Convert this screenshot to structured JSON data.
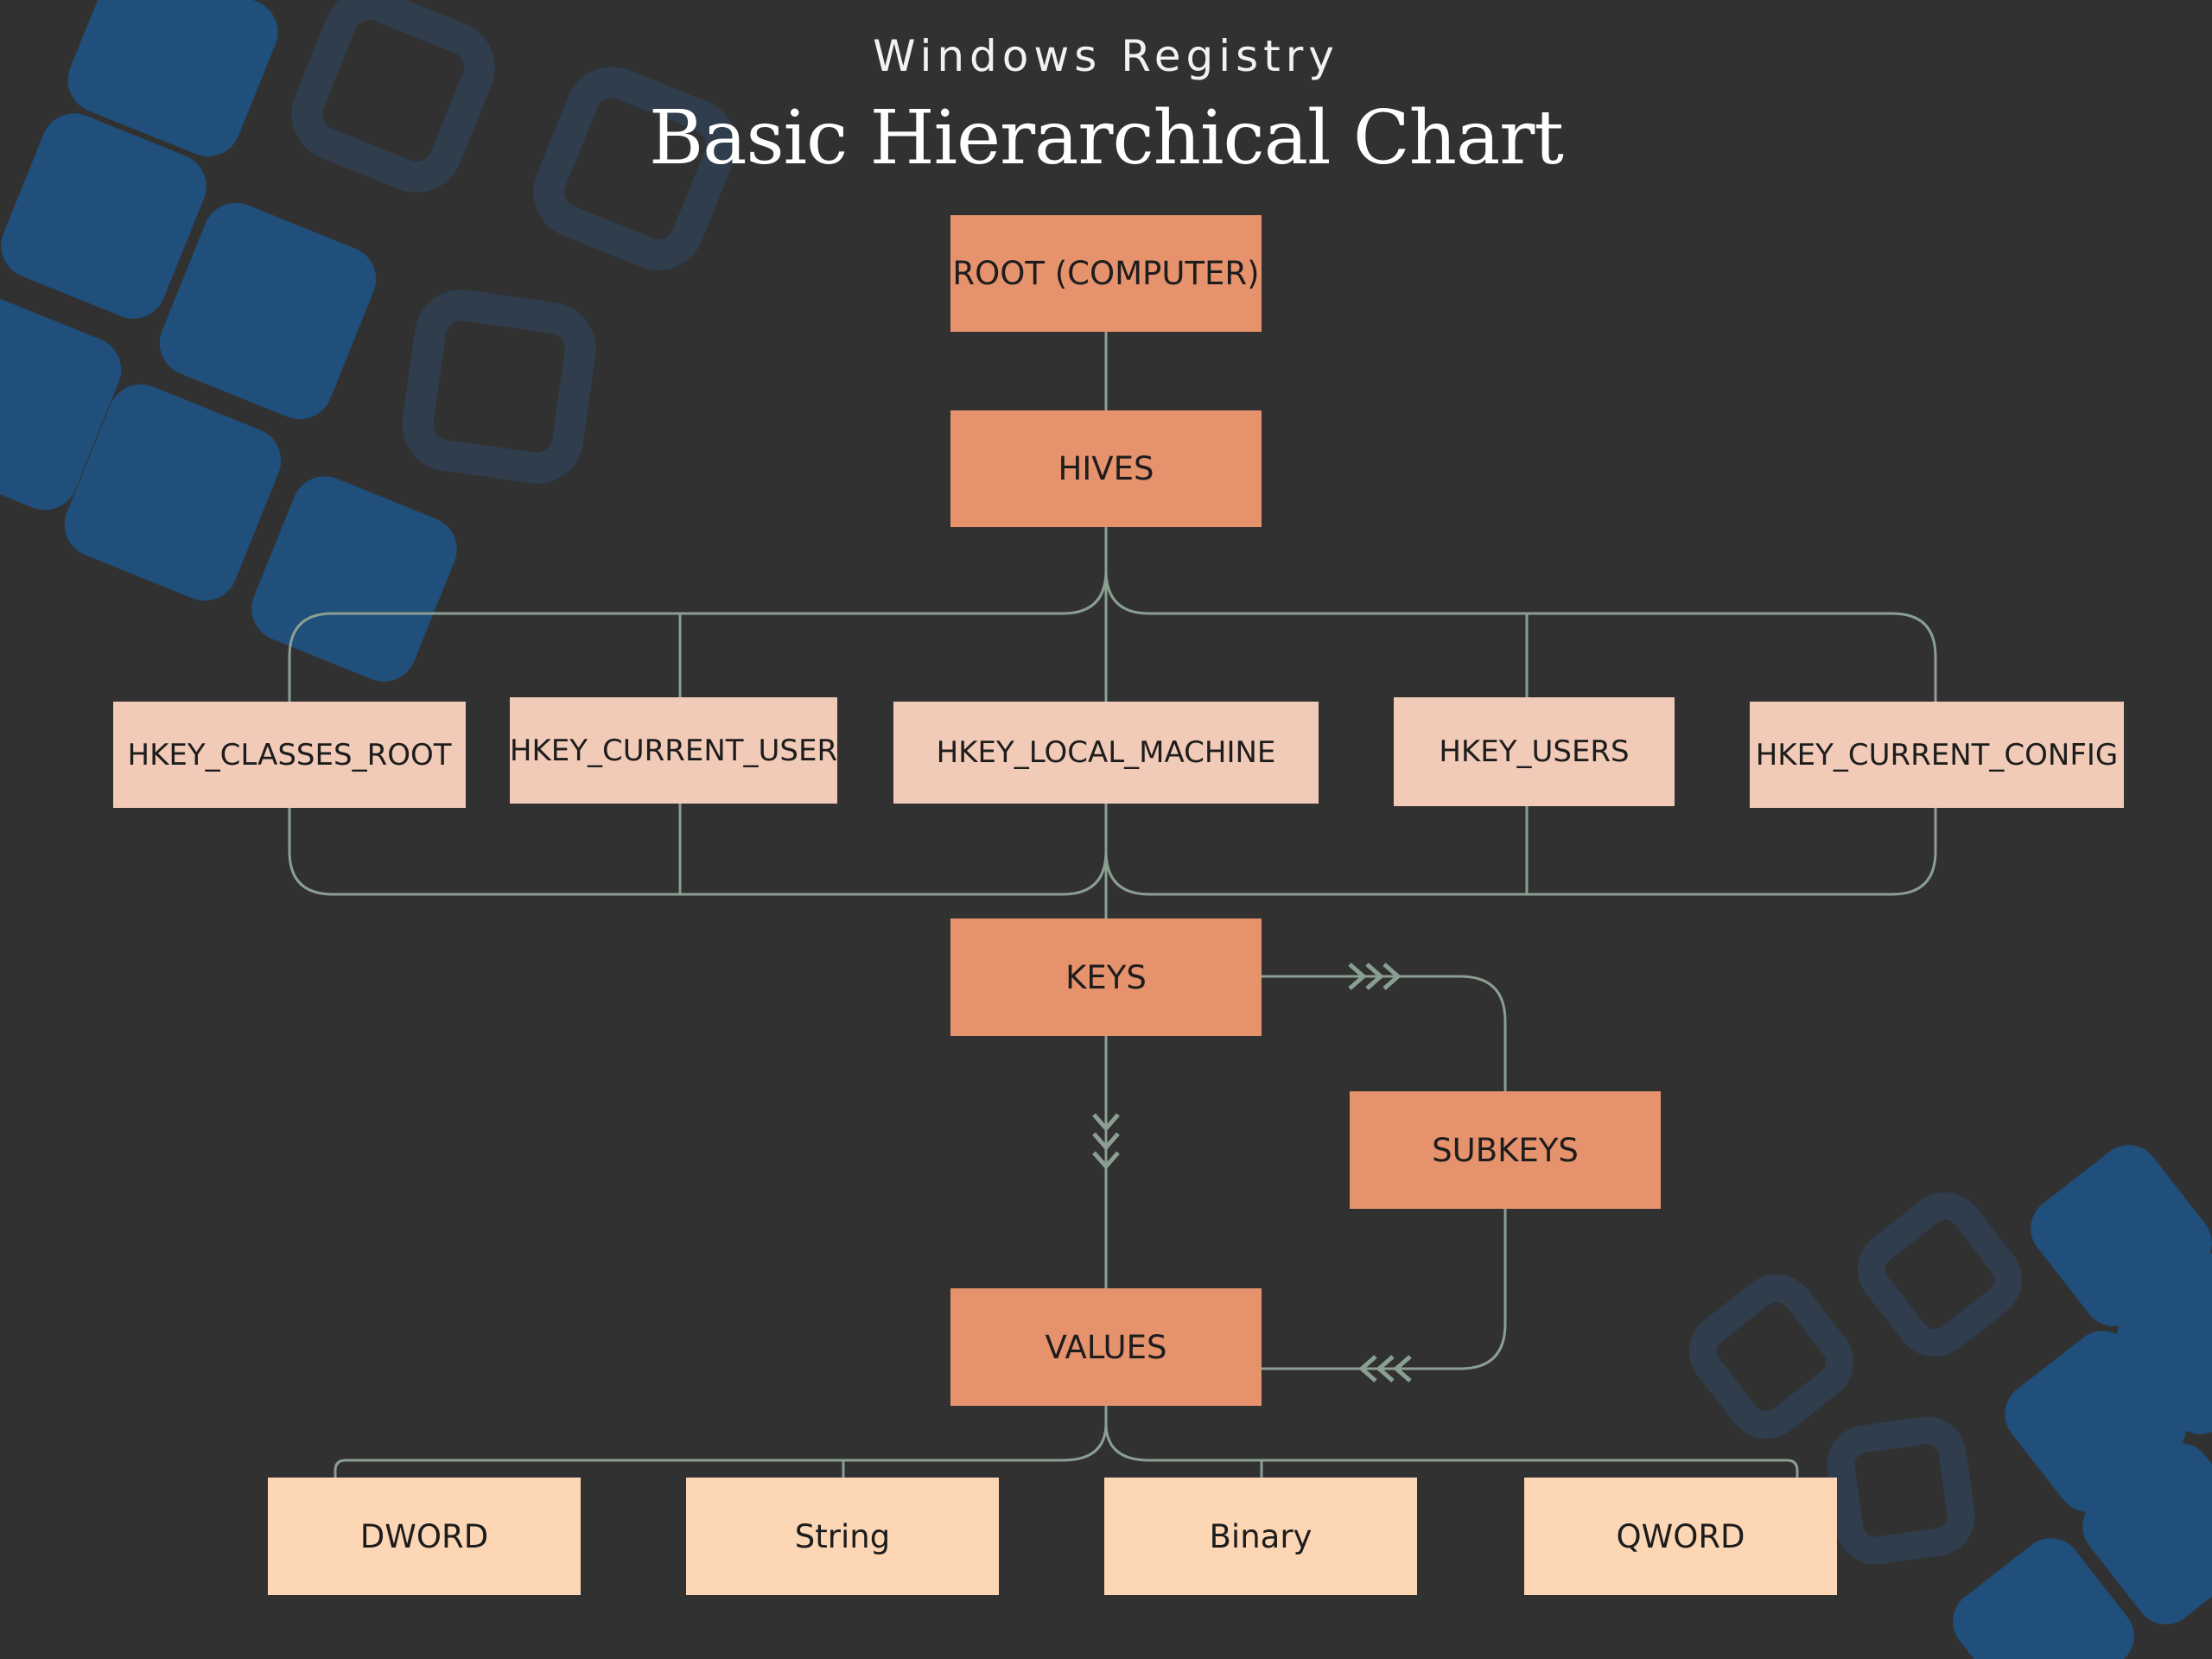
{
  "header": {
    "subtitle": "Windows Registry",
    "title": "Basic Hierarchical Chart"
  },
  "nodes": {
    "root": "ROOT (COMPUTER)",
    "hives": "HIVES",
    "hkey_classes_root": "HKEY_CLASSES_ROOT",
    "hkey_current_user": "HKEY_CURRENT_USER",
    "hkey_local_machine": "HKEY_LOCAL_MACHINE",
    "hkey_users": "HKEY_USERS",
    "hkey_current_config": "HKEY_CURRENT_CONFIG",
    "keys": "KEYS",
    "subkeys": "SUBKEYS",
    "values": "VALUES",
    "dword": "DWORD",
    "string": "String",
    "binary": "Binary",
    "qword": "QWORD"
  },
  "colors": {
    "background": "#323131",
    "primary_node": "#e6926c",
    "hive_node": "#f2cbb8",
    "value_type_node": "#fdd6b5",
    "connector": "#8a9f92",
    "decor_blue": "#1f4f7a"
  }
}
